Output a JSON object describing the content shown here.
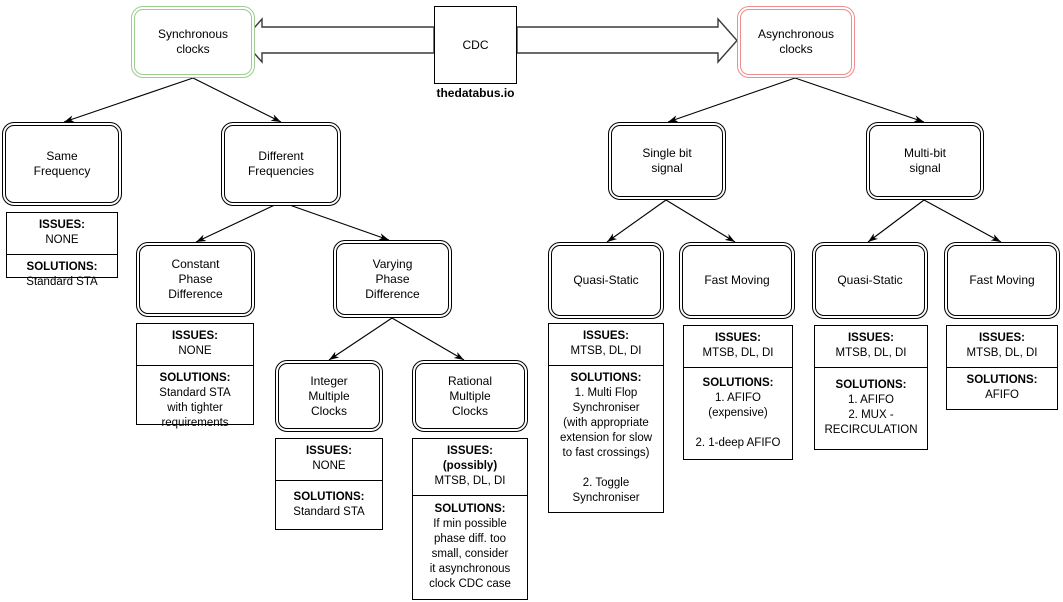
{
  "caption": "thedatabus.io",
  "colors": {
    "sync_border": "#9ccc8f",
    "async_border": "#f08c8c",
    "line": "#000000",
    "text": "#000000",
    "background": "#ffffff"
  },
  "root": {
    "label": "CDC"
  },
  "branches": {
    "sync": {
      "label": "Synchronous\nclocks"
    },
    "async": {
      "label": "Asynchronous\nclocks"
    }
  },
  "nodes": {
    "same_frequency": {
      "label": "Same\nFrequency"
    },
    "different_frequencies": {
      "label": "Different\nFrequencies"
    },
    "constant_phase": {
      "label": "Constant\nPhase\nDifference"
    },
    "varying_phase": {
      "label": "Varying\nPhase\nDifference"
    },
    "integer_multiple": {
      "label": "Integer\nMultiple\nClocks"
    },
    "rational_multiple": {
      "label": "Rational\nMultiple\nClocks"
    },
    "single_bit": {
      "label": "Single bit\nsignal"
    },
    "multi_bit": {
      "label": "Multi-bit\nsignal"
    },
    "sb_quasi_static": {
      "label": "Quasi-Static"
    },
    "sb_fast_moving": {
      "label": "Fast Moving"
    },
    "mb_quasi_static": {
      "label": "Quasi-Static"
    },
    "mb_fast_moving": {
      "label": "Fast Moving"
    }
  },
  "cards": {
    "same_frequency": {
      "issues_heading": "ISSUES:",
      "issues_body": "NONE",
      "solutions_heading": "SOLUTIONS:",
      "solutions_body": "Standard STA"
    },
    "constant_phase": {
      "issues_heading": "ISSUES:",
      "issues_body": "NONE",
      "solutions_heading": "SOLUTIONS:",
      "solutions_body": "Standard STA\nwith tighter\nrequirements"
    },
    "integer_multiple": {
      "issues_heading": "ISSUES:",
      "issues_body": "NONE",
      "solutions_heading": "SOLUTIONS:",
      "solutions_body": "Standard STA"
    },
    "rational_multiple": {
      "issues_heading": "ISSUES:\n(possibly)",
      "issues_body": "MTSB, DL, DI",
      "solutions_heading": "SOLUTIONS:",
      "solutions_body": "If min possible\nphase diff. too\nsmall, consider\nit asynchronous\nclock CDC case"
    },
    "sb_quasi_static": {
      "issues_heading": "ISSUES:",
      "issues_body": "MTSB, DL, DI",
      "solutions_heading": "SOLUTIONS:",
      "solutions_body": "1. Multi Flop\nSynchroniser\n(with appropriate\nextension for slow\nto fast crossings)\n\n2. Toggle\nSynchroniser"
    },
    "sb_fast_moving": {
      "issues_heading": "ISSUES:",
      "issues_body": "MTSB, DL, DI",
      "solutions_heading": "SOLUTIONS:",
      "solutions_body": "1. AFIFO\n(expensive)\n\n2. 1-deep AFIFO"
    },
    "mb_quasi_static": {
      "issues_heading": "ISSUES:",
      "issues_body": "MTSB, DL, DI",
      "solutions_heading": "SOLUTIONS:",
      "solutions_body": "1. AFIFO\n2. MUX -\nRECIRCULATION"
    },
    "mb_fast_moving": {
      "issues_heading": "ISSUES:",
      "issues_body": "MTSB, DL, DI",
      "solutions_heading": "SOLUTIONS:",
      "solutions_body": "AFIFO"
    }
  }
}
